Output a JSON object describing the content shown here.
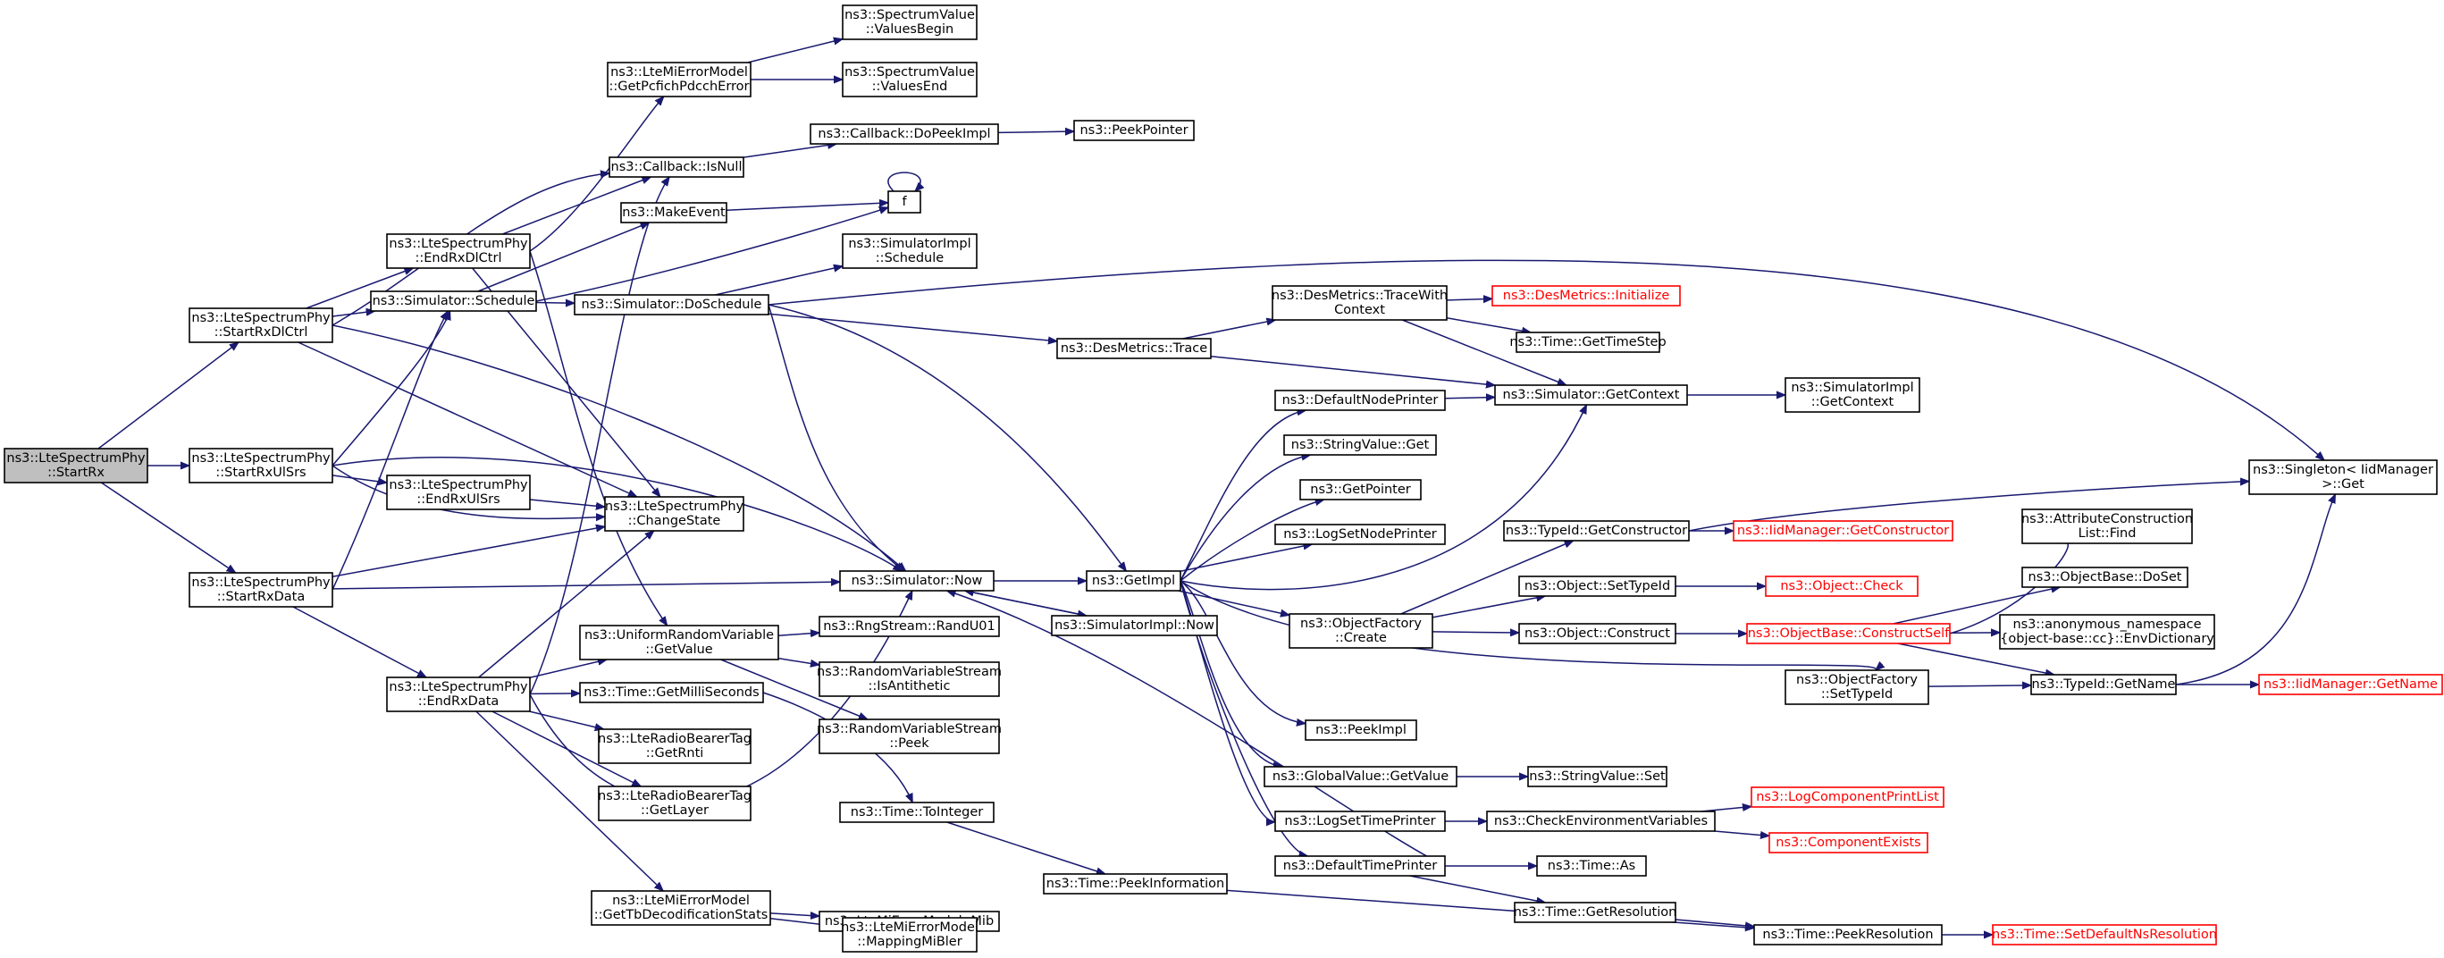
{
  "diagram": {
    "nodes": [
      {
        "id": "root",
        "lines": [
          "ns3::LteSpectrumPhy",
          "::StartRx"
        ],
        "root": true
      },
      {
        "id": "StartRxDlCtrl",
        "lines": [
          "ns3::LteSpectrumPhy",
          "::StartRxDlCtrl"
        ]
      },
      {
        "id": "StartRxUlSrs",
        "lines": [
          "ns3::LteSpectrumPhy",
          "::StartRxUlSrs"
        ]
      },
      {
        "id": "StartRxData",
        "lines": [
          "ns3::LteSpectrumPhy",
          "::StartRxData"
        ]
      },
      {
        "id": "EndRxDlCtrl",
        "lines": [
          "ns3::LteSpectrumPhy",
          "::EndRxDlCtrl"
        ]
      },
      {
        "id": "Schedule",
        "lines": [
          "ns3::Simulator::Schedule"
        ]
      },
      {
        "id": "EndRxUlSrs",
        "lines": [
          "ns3::LteSpectrumPhy",
          "::EndRxUlSrs"
        ]
      },
      {
        "id": "ChangeState",
        "lines": [
          "ns3::LteSpectrumPhy",
          "::ChangeState"
        ]
      },
      {
        "id": "EndRxData",
        "lines": [
          "ns3::LteSpectrumPhy",
          "::EndRxData"
        ]
      },
      {
        "id": "GetPcfich",
        "lines": [
          "ns3::LteMiErrorModel",
          "::GetPcfichPdcchError"
        ]
      },
      {
        "id": "IsNull",
        "lines": [
          "ns3::Callback::IsNull"
        ]
      },
      {
        "id": "MakeEvent",
        "lines": [
          "ns3::MakeEvent"
        ]
      },
      {
        "id": "DoSchedule",
        "lines": [
          "ns3::Simulator::DoSchedule"
        ]
      },
      {
        "id": "Now",
        "lines": [
          "ns3::Simulator::Now"
        ]
      },
      {
        "id": "URVGetValue",
        "lines": [
          "ns3::UniformRandomVariable",
          "::GetValue"
        ]
      },
      {
        "id": "GetMilliSeconds",
        "lines": [
          "ns3::Time::GetMilliSeconds"
        ]
      },
      {
        "id": "GetRnti",
        "lines": [
          "ns3::LteRadioBearerTag",
          "::GetRnti"
        ]
      },
      {
        "id": "GetLayer",
        "lines": [
          "ns3::LteRadioBearerTag",
          "::GetLayer"
        ]
      },
      {
        "id": "GetTbStats",
        "lines": [
          "ns3::LteMiErrorModel",
          "::GetTbDecodificationStats"
        ]
      },
      {
        "id": "ValuesBegin",
        "lines": [
          "ns3::SpectrumValue",
          "::ValuesBegin"
        ]
      },
      {
        "id": "ValuesEnd",
        "lines": [
          "ns3::SpectrumValue",
          "::ValuesEnd"
        ]
      },
      {
        "id": "DoPeekImpl",
        "lines": [
          "ns3::Callback::DoPeekImpl"
        ]
      },
      {
        "id": "f",
        "lines": [
          "f"
        ]
      },
      {
        "id": "SimImplSchedule",
        "lines": [
          "ns3::SimulatorImpl",
          "::Schedule"
        ]
      },
      {
        "id": "RandU01",
        "lines": [
          "ns3::RngStream::RandU01"
        ]
      },
      {
        "id": "IsAntithetic",
        "lines": [
          "ns3::RandomVariableStream",
          "::IsAntithetic"
        ]
      },
      {
        "id": "RVSPeek",
        "lines": [
          "ns3::RandomVariableStream",
          "::Peek"
        ]
      },
      {
        "id": "ToInteger",
        "lines": [
          "ns3::Time::ToInteger"
        ]
      },
      {
        "id": "Mib",
        "lines": [
          "ns3::LteMiErrorModel::Mib"
        ]
      },
      {
        "id": "MappingMiBler",
        "lines": [
          "ns3::LteMiErrorModel",
          "::MappingMiBler"
        ]
      },
      {
        "id": "PeekPointer",
        "lines": [
          "ns3::PeekPointer"
        ]
      },
      {
        "id": "DesTrace",
        "lines": [
          "ns3::DesMetrics::Trace"
        ]
      },
      {
        "id": "GetImpl",
        "lines": [
          "ns3::GetImpl"
        ]
      },
      {
        "id": "SimImplNow",
        "lines": [
          "ns3::SimulatorImpl::Now"
        ]
      },
      {
        "id": "PeekInformation",
        "lines": [
          "ns3::Time::PeekInformation"
        ]
      },
      {
        "id": "TraceWithContext",
        "lines": [
          "ns3::DesMetrics::TraceWith",
          "Context"
        ]
      },
      {
        "id": "DefaultNodePrinter",
        "lines": [
          "ns3::DefaultNodePrinter"
        ]
      },
      {
        "id": "StringValueGet",
        "lines": [
          "ns3::StringValue::Get"
        ]
      },
      {
        "id": "GetPointer",
        "lines": [
          "ns3::GetPointer"
        ]
      },
      {
        "id": "LogSetNodePrinter",
        "lines": [
          "ns3::LogSetNodePrinter"
        ]
      },
      {
        "id": "OFCreate",
        "lines": [
          "ns3::ObjectFactory",
          "::Create"
        ]
      },
      {
        "id": "PeekImpl",
        "lines": [
          "ns3::PeekImpl"
        ]
      },
      {
        "id": "GVGetValue",
        "lines": [
          "ns3::GlobalValue::GetValue"
        ]
      },
      {
        "id": "LogSetTimePrinter",
        "lines": [
          "ns3::LogSetTimePrinter"
        ]
      },
      {
        "id": "DefaultTimePrinter",
        "lines": [
          "ns3::DefaultTimePrinter"
        ]
      },
      {
        "id": "DesInit",
        "lines": [
          "ns3::DesMetrics::Initialize"
        ],
        "truncated": true
      },
      {
        "id": "GetTimeStep",
        "lines": [
          "ns3::Time::GetTimeStep"
        ]
      },
      {
        "id": "SimGetContext",
        "lines": [
          "ns3::Simulator::GetContext"
        ]
      },
      {
        "id": "GetConstructor",
        "lines": [
          "ns3::TypeId::GetConstructor"
        ]
      },
      {
        "id": "SetTypeId",
        "lines": [
          "ns3::Object::SetTypeId"
        ]
      },
      {
        "id": "ObjConstruct",
        "lines": [
          "ns3::Object::Construct"
        ]
      },
      {
        "id": "OFSetTypeId",
        "lines": [
          "ns3::ObjectFactory",
          "::SetTypeId"
        ]
      },
      {
        "id": "StringValueSet",
        "lines": [
          "ns3::StringValue::Set"
        ]
      },
      {
        "id": "CheckEnv",
        "lines": [
          "ns3::CheckEnvironmentVariables"
        ]
      },
      {
        "id": "TimeAs",
        "lines": [
          "ns3::Time::As"
        ]
      },
      {
        "id": "GetResolution",
        "lines": [
          "ns3::Time::GetResolution"
        ]
      },
      {
        "id": "SIGetContext",
        "lines": [
          "ns3::SimulatorImpl",
          "::GetContext"
        ]
      },
      {
        "id": "IidGetConstructor",
        "lines": [
          "ns3::IidManager::GetConstructor"
        ],
        "truncated": true
      },
      {
        "id": "ObjCheck",
        "lines": [
          "ns3::Object::Check"
        ],
        "truncated": true
      },
      {
        "id": "ConstructSelf",
        "lines": [
          "ns3::ObjectBase::ConstructSelf"
        ],
        "truncated": true
      },
      {
        "id": "TypeIdGetName",
        "lines": [
          "ns3::TypeId::GetName"
        ]
      },
      {
        "id": "LogComponentPrintList",
        "lines": [
          "ns3::LogComponentPrintList"
        ],
        "truncated": true
      },
      {
        "id": "ComponentExists",
        "lines": [
          "ns3::ComponentExists"
        ],
        "truncated": true
      },
      {
        "id": "PeekResolution",
        "lines": [
          "ns3::Time::PeekResolution"
        ]
      },
      {
        "id": "SingletonGet",
        "lines": [
          "ns3::Singleton< IidManager",
          ">::Get"
        ]
      },
      {
        "id": "ACLFind",
        "lines": [
          "ns3::AttributeConstruction",
          "List::Find"
        ]
      },
      {
        "id": "DoSet",
        "lines": [
          "ns3::ObjectBase::DoSet"
        ]
      },
      {
        "id": "EnvDictionary",
        "lines": [
          "ns3::anonymous_namespace",
          "{object-base::cc}::EnvDictionary"
        ]
      },
      {
        "id": "IidGetName",
        "lines": [
          "ns3::IidManager::GetName"
        ],
        "truncated": true
      },
      {
        "id": "SetDefaultNsResolution",
        "lines": [
          "ns3::Time::SetDefaultNsResolution"
        ],
        "truncated": true
      }
    ]
  }
}
